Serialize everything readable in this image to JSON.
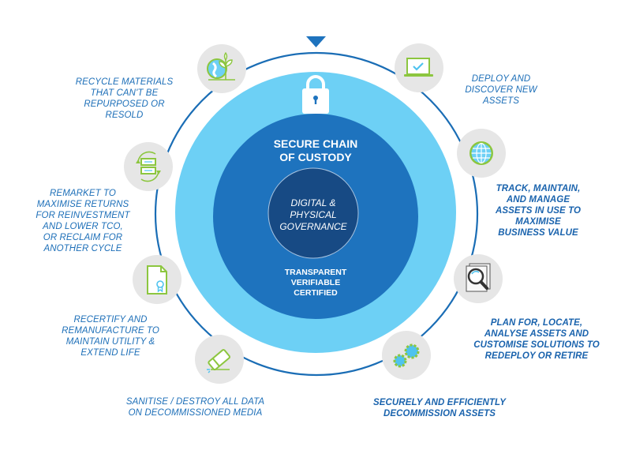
{
  "colors": {
    "outer_ring": "#1a6db5",
    "light_blue": "#6dd0f5",
    "mid_blue": "#1e73be",
    "dark_blue": "#174a84",
    "icon_bg": "#e6e6e6",
    "icon_green": "#8cc63f",
    "label_blue": "#1d6fb8"
  },
  "center": {
    "lock_icon": "padlock-icon",
    "ring_title": "SECURE CHAIN OF CUSTODY",
    "ring_title_lines": [
      "SECURE CHAIN",
      "OF CUSTODY"
    ],
    "core_lines": [
      "DIGITAL &",
      "PHYSICAL",
      "GOVERNANCE"
    ],
    "attributes": [
      "TRANSPARENT",
      "VERIFIABLE",
      "CERTIFIED"
    ]
  },
  "marker": "triangle-down-icon",
  "stages": [
    {
      "icon": "laptop-check-icon",
      "lines": [
        "DEPLOY AND",
        "DISCOVER NEW",
        "ASSETS"
      ],
      "bold": false
    },
    {
      "icon": "globe-icon",
      "lines": [
        "TRACK, MAINTAIN,",
        "AND MANAGE",
        "ASSETS IN USE TO",
        "MAXIMISE",
        "BUSINESS VALUE"
      ],
      "bold": true
    },
    {
      "icon": "magnifier-documents-icon",
      "lines": [
        "PLAN FOR, LOCATE,",
        "ANALYSE ASSETS  AND",
        "CUSTOMISE SOLUTIONS TO",
        "REDEPLOY OR RETIRE"
      ],
      "bold": true
    },
    {
      "icon": "gears-icon",
      "lines": [
        "SECURELY AND EFFICIENTLY",
        "DECOMMISSION ASSETS"
      ],
      "bold": true
    },
    {
      "icon": "eraser-icon",
      "lines": [
        "SANITISE / DESTROY ALL DATA",
        "ON DECOMMISSIONED MEDIA"
      ],
      "bold": false
    },
    {
      "icon": "certificate-document-icon",
      "lines": [
        "RECERTIFY AND",
        "REMANUFACTURE TO",
        "MAINTAIN UTILITY &",
        "EXTEND LIFE"
      ],
      "bold": false
    },
    {
      "icon": "server-cycle-icon",
      "lines": [
        "REMARKET TO",
        "MAXIMISE RETURNS",
        "FOR REINVESTMENT",
        "AND LOWER TCO,",
        "OR RECLAIM FOR",
        "ANOTHER CYCLE"
      ],
      "bold": false
    },
    {
      "icon": "earth-plant-icon",
      "lines": [
        "RECYCLE MATERIALS",
        "THAT CAN'T BE",
        "REPURPOSED OR",
        "RESOLD"
      ],
      "bold": false
    }
  ]
}
